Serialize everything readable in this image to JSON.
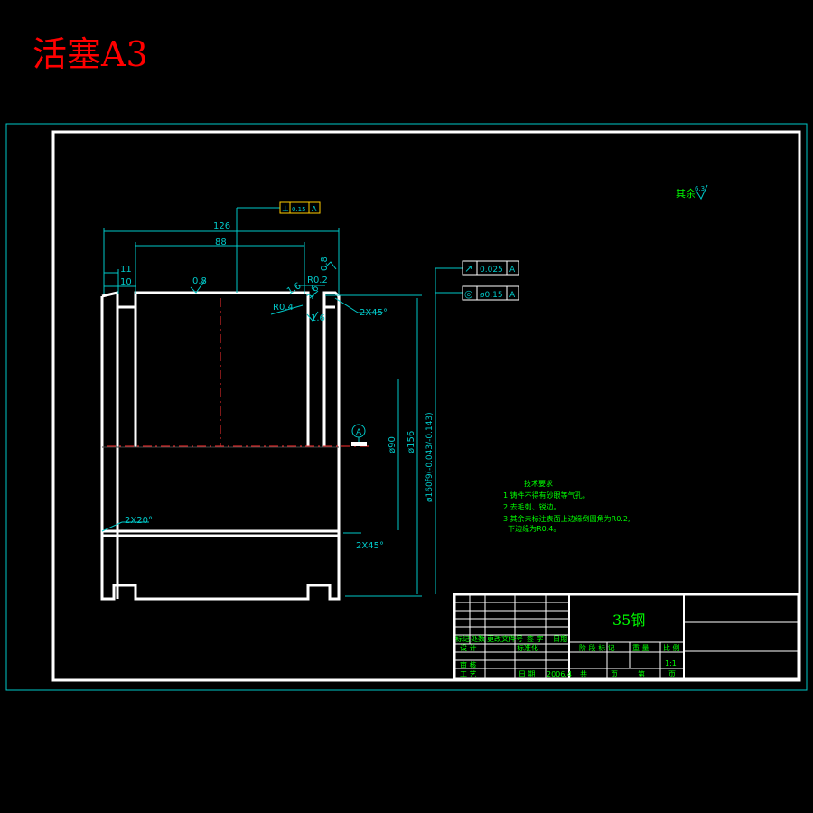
{
  "title": "活塞A3",
  "colors": {
    "background": "#000000",
    "title": "#ff0000",
    "outline": "#ffffff",
    "dimension": "#00ffff",
    "notes": "#00ff00",
    "centerline": "#ff0000"
  },
  "dimensions": {
    "overall_length": "126",
    "inner_length": "88",
    "left_11": "11",
    "left_10": "10",
    "bore_dia": "ø90",
    "outer_dia": "ø156",
    "fit_dia": "ø160f9(-0.043/-0.143)",
    "chamfer_top": "2X45°",
    "chamfer_bottom": "2X45°",
    "chamfer_left": "2X20°",
    "radius_04": "R0.4",
    "radius_02": "R0.2"
  },
  "roughness": {
    "top_face": "0.8",
    "right_face": "0.8",
    "groove": "1.6",
    "groove2": "1.6",
    "groove3": "1.6",
    "general": "6.3",
    "general_label": "其余"
  },
  "tolerances": {
    "perpendicularity": {
      "symbol": "⊥",
      "value": "0.15",
      "datum": "A"
    },
    "runout": {
      "symbol": "↗",
      "value": "0.025",
      "datum": "A"
    },
    "concentricity": {
      "symbol": "◎",
      "value": "ø0.15",
      "datum": "A"
    }
  },
  "datum_label": "A",
  "notes": {
    "heading": "技术要求",
    "items": [
      "1.铸件不得有砂眼等气孔。",
      "2.去毛刺、锐边。",
      "3.其余未标注表面上边缘倒圆角为R0.2,",
      "  下边缘为R0.4。"
    ]
  },
  "title_block": {
    "material": "35钢",
    "labels": [
      "标记",
      "处数",
      "更改文件号",
      "签 字",
      "日期"
    ],
    "row_design": [
      "设 计",
      "标准化"
    ],
    "row_stage": [
      "阶 段 标 记",
      "重 量",
      "比 例"
    ],
    "scale": "1:1",
    "row_review": "审 核",
    "row_process": [
      "工 艺",
      "日 期",
      "2006.4"
    ],
    "row_sheets": [
      "共",
      "页",
      "第",
      "页"
    ]
  }
}
